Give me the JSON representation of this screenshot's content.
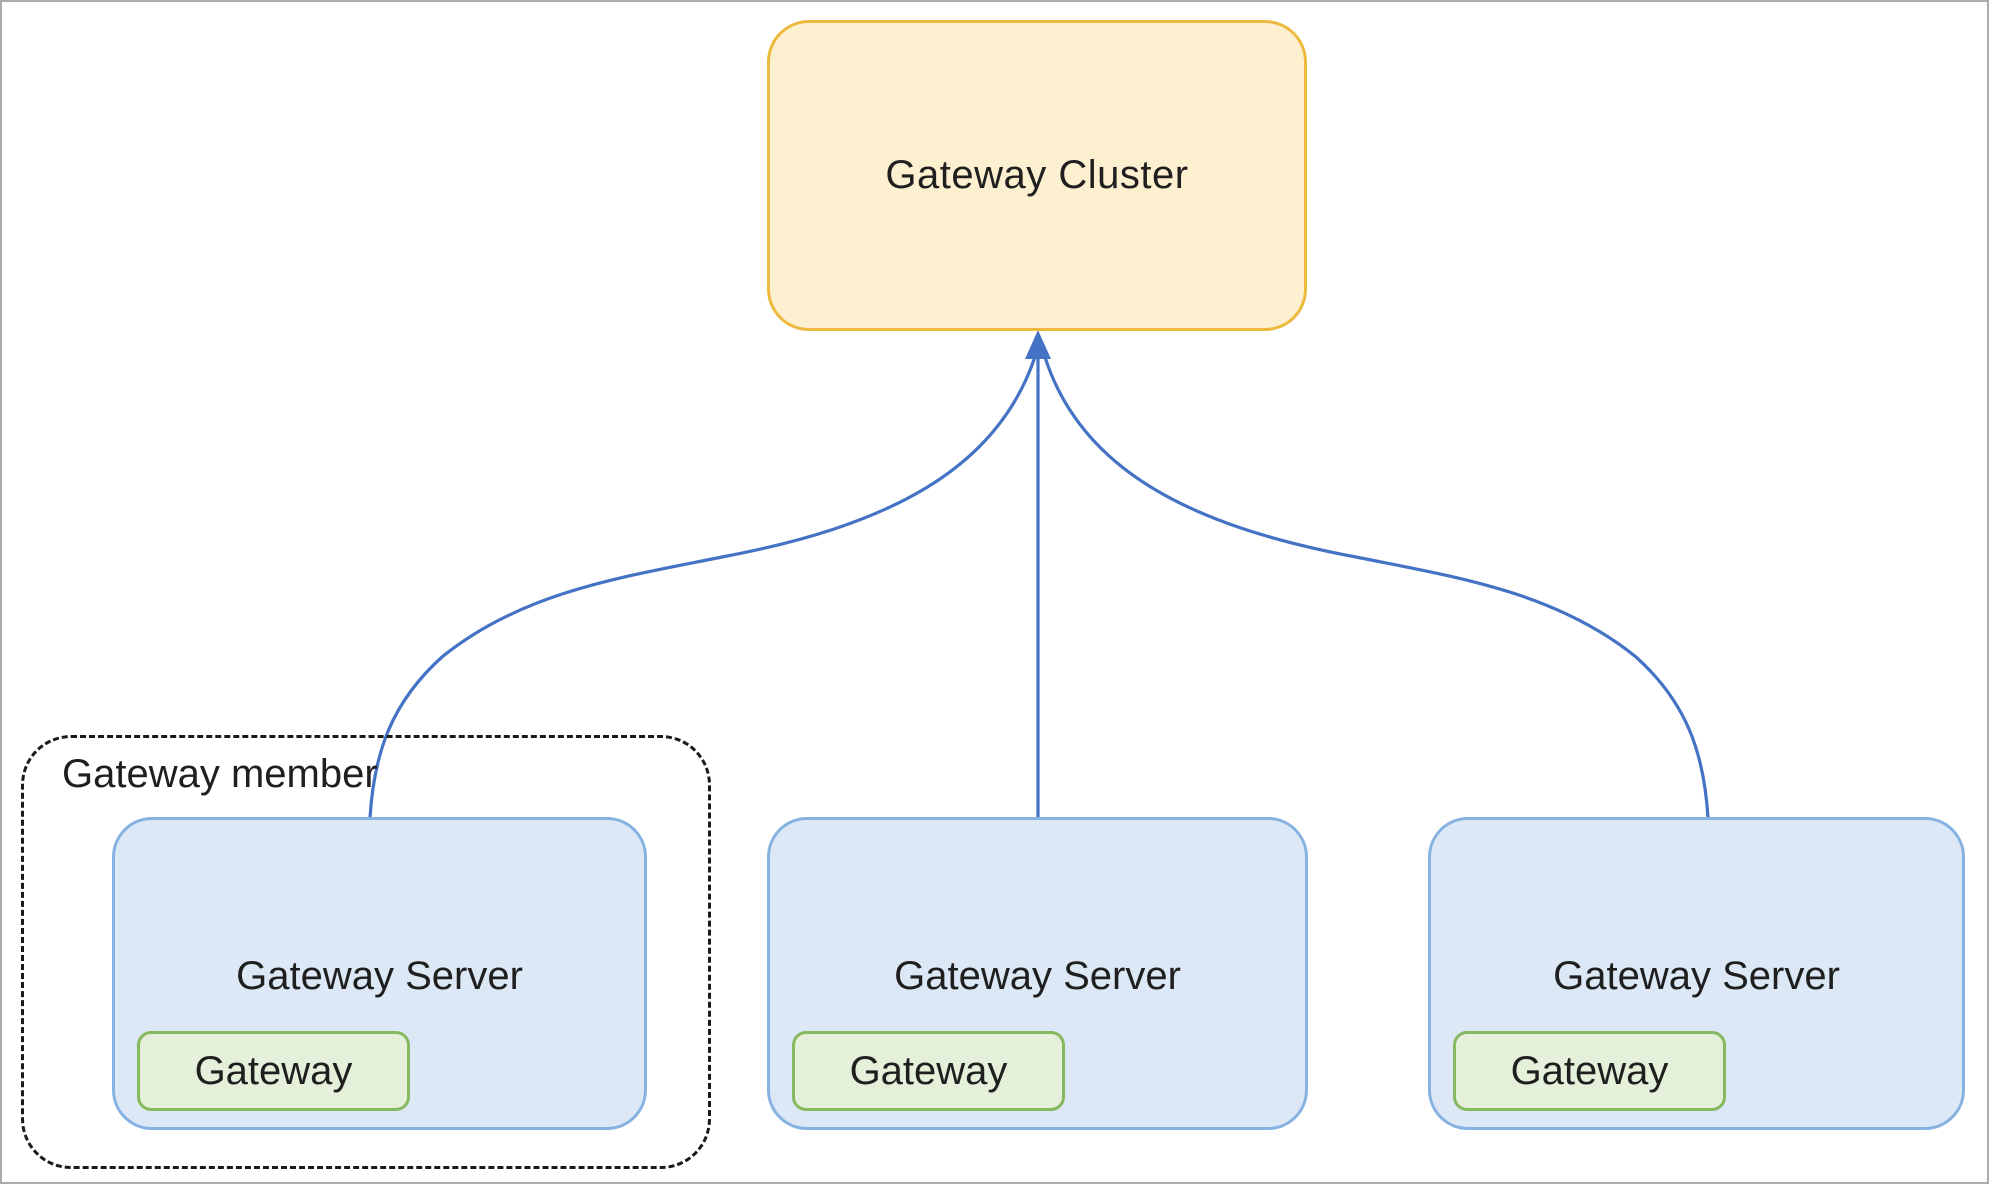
{
  "diagram": {
    "cluster": {
      "label": "Gateway Cluster"
    },
    "member_group": {
      "label": "Gateway member"
    },
    "servers": [
      {
        "label": "Gateway Server",
        "gateway": {
          "label": "Gateway"
        }
      },
      {
        "label": "Gateway Server",
        "gateway": {
          "label": "Gateway"
        }
      },
      {
        "label": "Gateway Server",
        "gateway": {
          "label": "Gateway"
        }
      }
    ],
    "colors": {
      "cluster_fill": "#fcf0d0",
      "cluster_border": "#edb93f",
      "server_fill": "#dce8f5",
      "server_border": "#85b2e0",
      "gateway_fill": "#e4f0da",
      "gateway_border": "#86b95f",
      "connector": "#4472c4",
      "group_border": "#1a1a1a",
      "canvas_border": "#ababab",
      "text": "#1f1f1f"
    }
  }
}
